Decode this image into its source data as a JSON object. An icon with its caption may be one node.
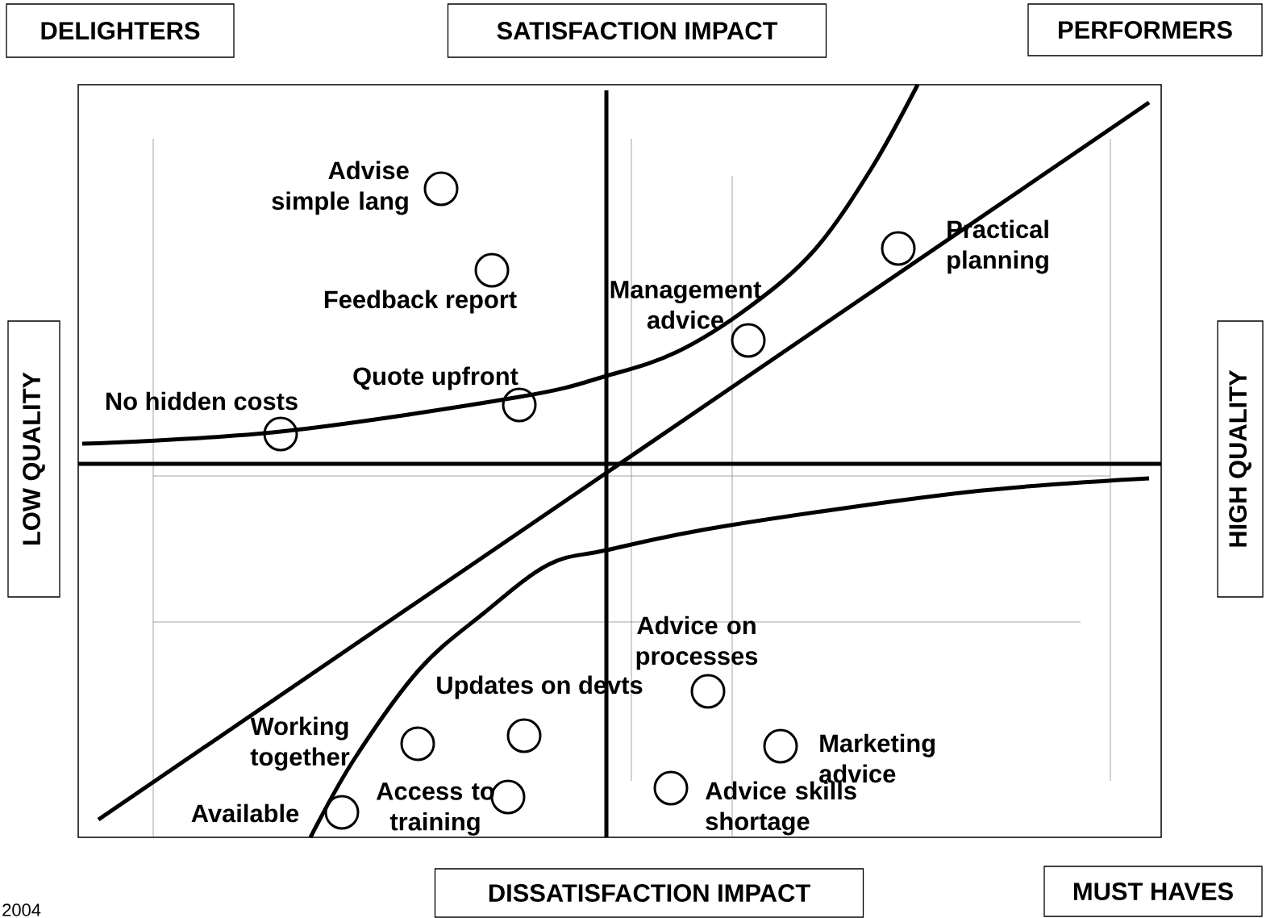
{
  "diagram": {
    "nodes": [
      {
        "text": [
          "DELIGHTERS"
        ]
      },
      {
        "text": [
          "SATISFACTION IMPACT"
        ]
      },
      {
        "text": [
          "PERFORMERS"
        ]
      },
      {
        "text": [
          "LOW QUALITY"
        ]
      },
      {
        "text": [
          "HIGH QUALITY"
        ]
      },
      {
        "text": [],
        "shape": "circle",
        "beside": [
          "Advise simple lang"
        ]
      },
      {
        "text": [],
        "shape": "circle",
        "beside": [
          "Practical planning"
        ]
      },
      {
        "text": [],
        "shape": "circle",
        "beside": [
          "Feedback report"
        ]
      },
      {
        "text": [],
        "shape": "circle",
        "beside": [
          "Management advice"
        ]
      },
      {
        "text": [],
        "shape": "circle",
        "beside": [
          "Quote upfront"
        ]
      },
      {
        "text": [],
        "shape": "circle",
        "beside": [
          "No hidden costs"
        ]
      },
      {
        "text": [],
        "shape": "circle",
        "beside": [
          "Advice on processes"
        ]
      },
      {
        "text": [],
        "shape": "circle",
        "beside": [
          "Updates on devts"
        ]
      },
      {
        "text": [],
        "shape": "circle"
      },
      {
        "text": [],
        "shape": "circle",
        "beside": [
          "Marketing advice"
        ]
      },
      {
        "text": [],
        "shape": "circle",
        "beside": [
          "Advice skills shortage"
        ]
      },
      {
        "text": [],
        "shape": "circle",
        "beside": [
          "Access to training"
        ]
      },
      {
        "text": [],
        "shape": "circle",
        "beside": [
          "Available"
        ]
      },
      {
        "text": [
          "DISSATISFACTION IMPACT"
        ]
      },
      {
        "text": [
          "MUST HAVES"
        ]
      }
    ],
    "labels": [
      "Working together",
      "2004"
    ]
  }
}
